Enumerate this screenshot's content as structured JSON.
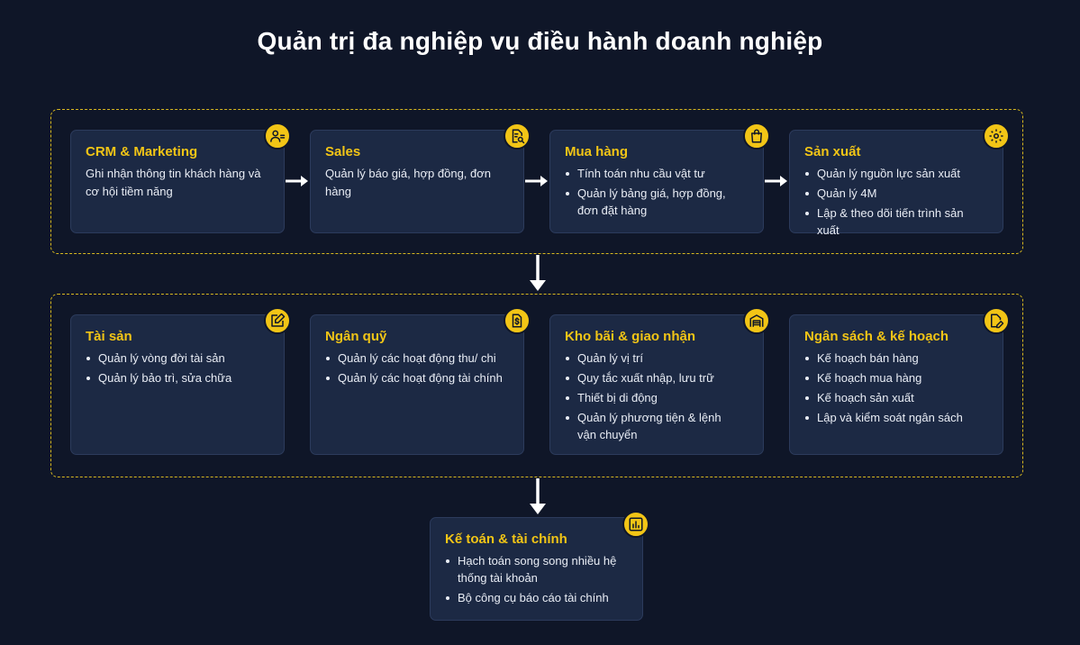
{
  "title": "Quản trị đa nghiệp vụ điều hành doanh nghiệp",
  "row1": [
    {
      "title": "CRM & Marketing",
      "text": "Ghi nhận thông tin khách hàng và cơ hội tiềm năng",
      "icon": "user-settings-icon"
    },
    {
      "title": "Sales",
      "text": "Quản lý báo giá, hợp đồng, đơn hàng",
      "icon": "document-search-icon"
    },
    {
      "title": "Mua hàng",
      "items": [
        "Tính toán nhu cầu vật tư",
        "Quản lý bảng giá, hợp đồng, đơn đặt hàng"
      ],
      "icon": "shopping-bag-icon"
    },
    {
      "title": "Sản xuất",
      "items": [
        "Quản lý nguồn lực sản xuất",
        "Quản lý 4M",
        "Lập & theo dõi tiến trình sản xuất"
      ],
      "icon": "gear-icon"
    }
  ],
  "row2": [
    {
      "title": "Tài sản",
      "items": [
        "Quản lý vòng đời tài sản",
        "Quản lý bảo trì, sửa chữa"
      ],
      "icon": "edit-icon"
    },
    {
      "title": "Ngân quỹ",
      "items": [
        "Quản lý các hoạt động thu/ chi",
        "Quản lý các hoạt động tài chính"
      ],
      "icon": "money-document-icon"
    },
    {
      "title": "Kho bãi & giao nhận",
      "items": [
        "Quản lý vị trí",
        "Quy tắc xuất nhập, lưu trữ",
        "Thiết bị di động",
        "Quản lý phương tiện & lệnh vận chuyển"
      ],
      "icon": "warehouse-icon"
    },
    {
      "title": "Ngân sách & kế hoạch",
      "items": [
        "Kế hoạch bán hàng",
        "Kế hoạch mua hàng",
        "Kế hoạch sản xuất",
        "Lập và kiểm soát ngân sách"
      ],
      "icon": "file-edit-icon"
    }
  ],
  "final": {
    "title": "Kế toán & tài chính",
    "items": [
      "Hạch toán song song nhiều hệ thống tài khoản",
      "Bộ công cụ báo cáo tài chính"
    ],
    "icon": "bar-chart-icon"
  },
  "colors": {
    "background": "#0f1628",
    "card": "#1c2944",
    "accent": "#f2c516",
    "border": "#d7b81f"
  }
}
